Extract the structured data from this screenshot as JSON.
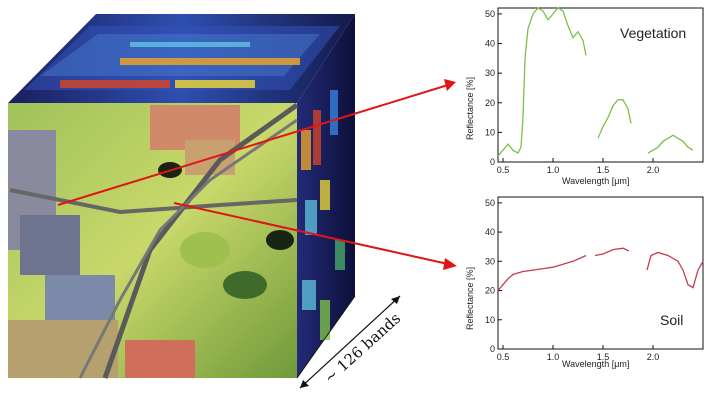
{
  "figure": {
    "cube": {
      "bands_label": "~ 126 bands",
      "arrow_color": "#e01515"
    }
  },
  "chart_data": [
    {
      "type": "line",
      "panel_label": "Vegetation",
      "xlabel": "Wavelength [μm]",
      "ylabel": "Reflectance [%]",
      "xlim": [
        0.45,
        2.5
      ],
      "ylim": [
        0,
        52
      ],
      "xticks": [
        "0.5",
        "1.0",
        "1.5",
        "2.0"
      ],
      "yticks": [
        "0",
        "10",
        "20",
        "30",
        "40",
        "50"
      ],
      "color": "#7cc04a",
      "series": [
        {
          "segments": [
            [
              [
                0.45,
                2
              ],
              [
                0.5,
                4
              ],
              [
                0.55,
                6
              ],
              [
                0.6,
                4
              ],
              [
                0.65,
                3
              ],
              [
                0.68,
                5
              ],
              [
                0.7,
                15
              ],
              [
                0.72,
                35
              ],
              [
                0.75,
                45
              ],
              [
                0.8,
                50
              ],
              [
                0.85,
                52
              ],
              [
                0.9,
                51
              ],
              [
                0.95,
                48
              ],
              [
                1.0,
                50
              ],
              [
                1.05,
                52
              ],
              [
                1.1,
                51
              ],
              [
                1.15,
                46
              ],
              [
                1.2,
                42
              ],
              [
                1.25,
                44
              ],
              [
                1.3,
                41
              ],
              [
                1.33,
                36
              ]
            ],
            [
              [
                1.45,
                8
              ],
              [
                1.5,
                12
              ],
              [
                1.55,
                15
              ],
              [
                1.6,
                19
              ],
              [
                1.65,
                21
              ],
              [
                1.7,
                21
              ],
              [
                1.75,
                18
              ],
              [
                1.78,
                13
              ]
            ],
            [
              [
                1.95,
                3
              ],
              [
                2.0,
                4
              ],
              [
                2.05,
                5
              ],
              [
                2.1,
                7
              ],
              [
                2.15,
                8
              ],
              [
                2.2,
                9
              ],
              [
                2.25,
                8
              ],
              [
                2.3,
                7
              ],
              [
                2.35,
                5
              ],
              [
                2.4,
                4
              ]
            ]
          ]
        }
      ]
    },
    {
      "type": "line",
      "panel_label": "Soil",
      "xlabel": "Wavelength [μm]",
      "ylabel": "Reflectance [%]",
      "xlim": [
        0.45,
        2.5
      ],
      "ylim": [
        0,
        52
      ],
      "xticks": [
        "0.5",
        "1.0",
        "1.5",
        "2.0"
      ],
      "yticks": [
        "0",
        "10",
        "20",
        "30",
        "40",
        "50"
      ],
      "color": "#c83a4e",
      "series": [
        {
          "segments": [
            [
              [
                0.45,
                20
              ],
              [
                0.5,
                22
              ],
              [
                0.55,
                24
              ],
              [
                0.6,
                25.5
              ],
              [
                0.7,
                26.5
              ],
              [
                0.8,
                27
              ],
              [
                0.9,
                27.5
              ],
              [
                1.0,
                28
              ],
              [
                1.1,
                29
              ],
              [
                1.2,
                30
              ],
              [
                1.3,
                31.5
              ],
              [
                1.33,
                32
              ]
            ],
            [
              [
                1.42,
                32
              ],
              [
                1.5,
                32.5
              ],
              [
                1.6,
                34
              ],
              [
                1.7,
                34.5
              ],
              [
                1.76,
                33.5
              ]
            ],
            [
              [
                1.94,
                27
              ],
              [
                1.98,
                32
              ],
              [
                2.05,
                33
              ],
              [
                2.15,
                32
              ],
              [
                2.25,
                30
              ],
              [
                2.3,
                27
              ],
              [
                2.35,
                22
              ],
              [
                2.4,
                21
              ],
              [
                2.45,
                27
              ],
              [
                2.5,
                30
              ]
            ]
          ]
        }
      ]
    }
  ]
}
